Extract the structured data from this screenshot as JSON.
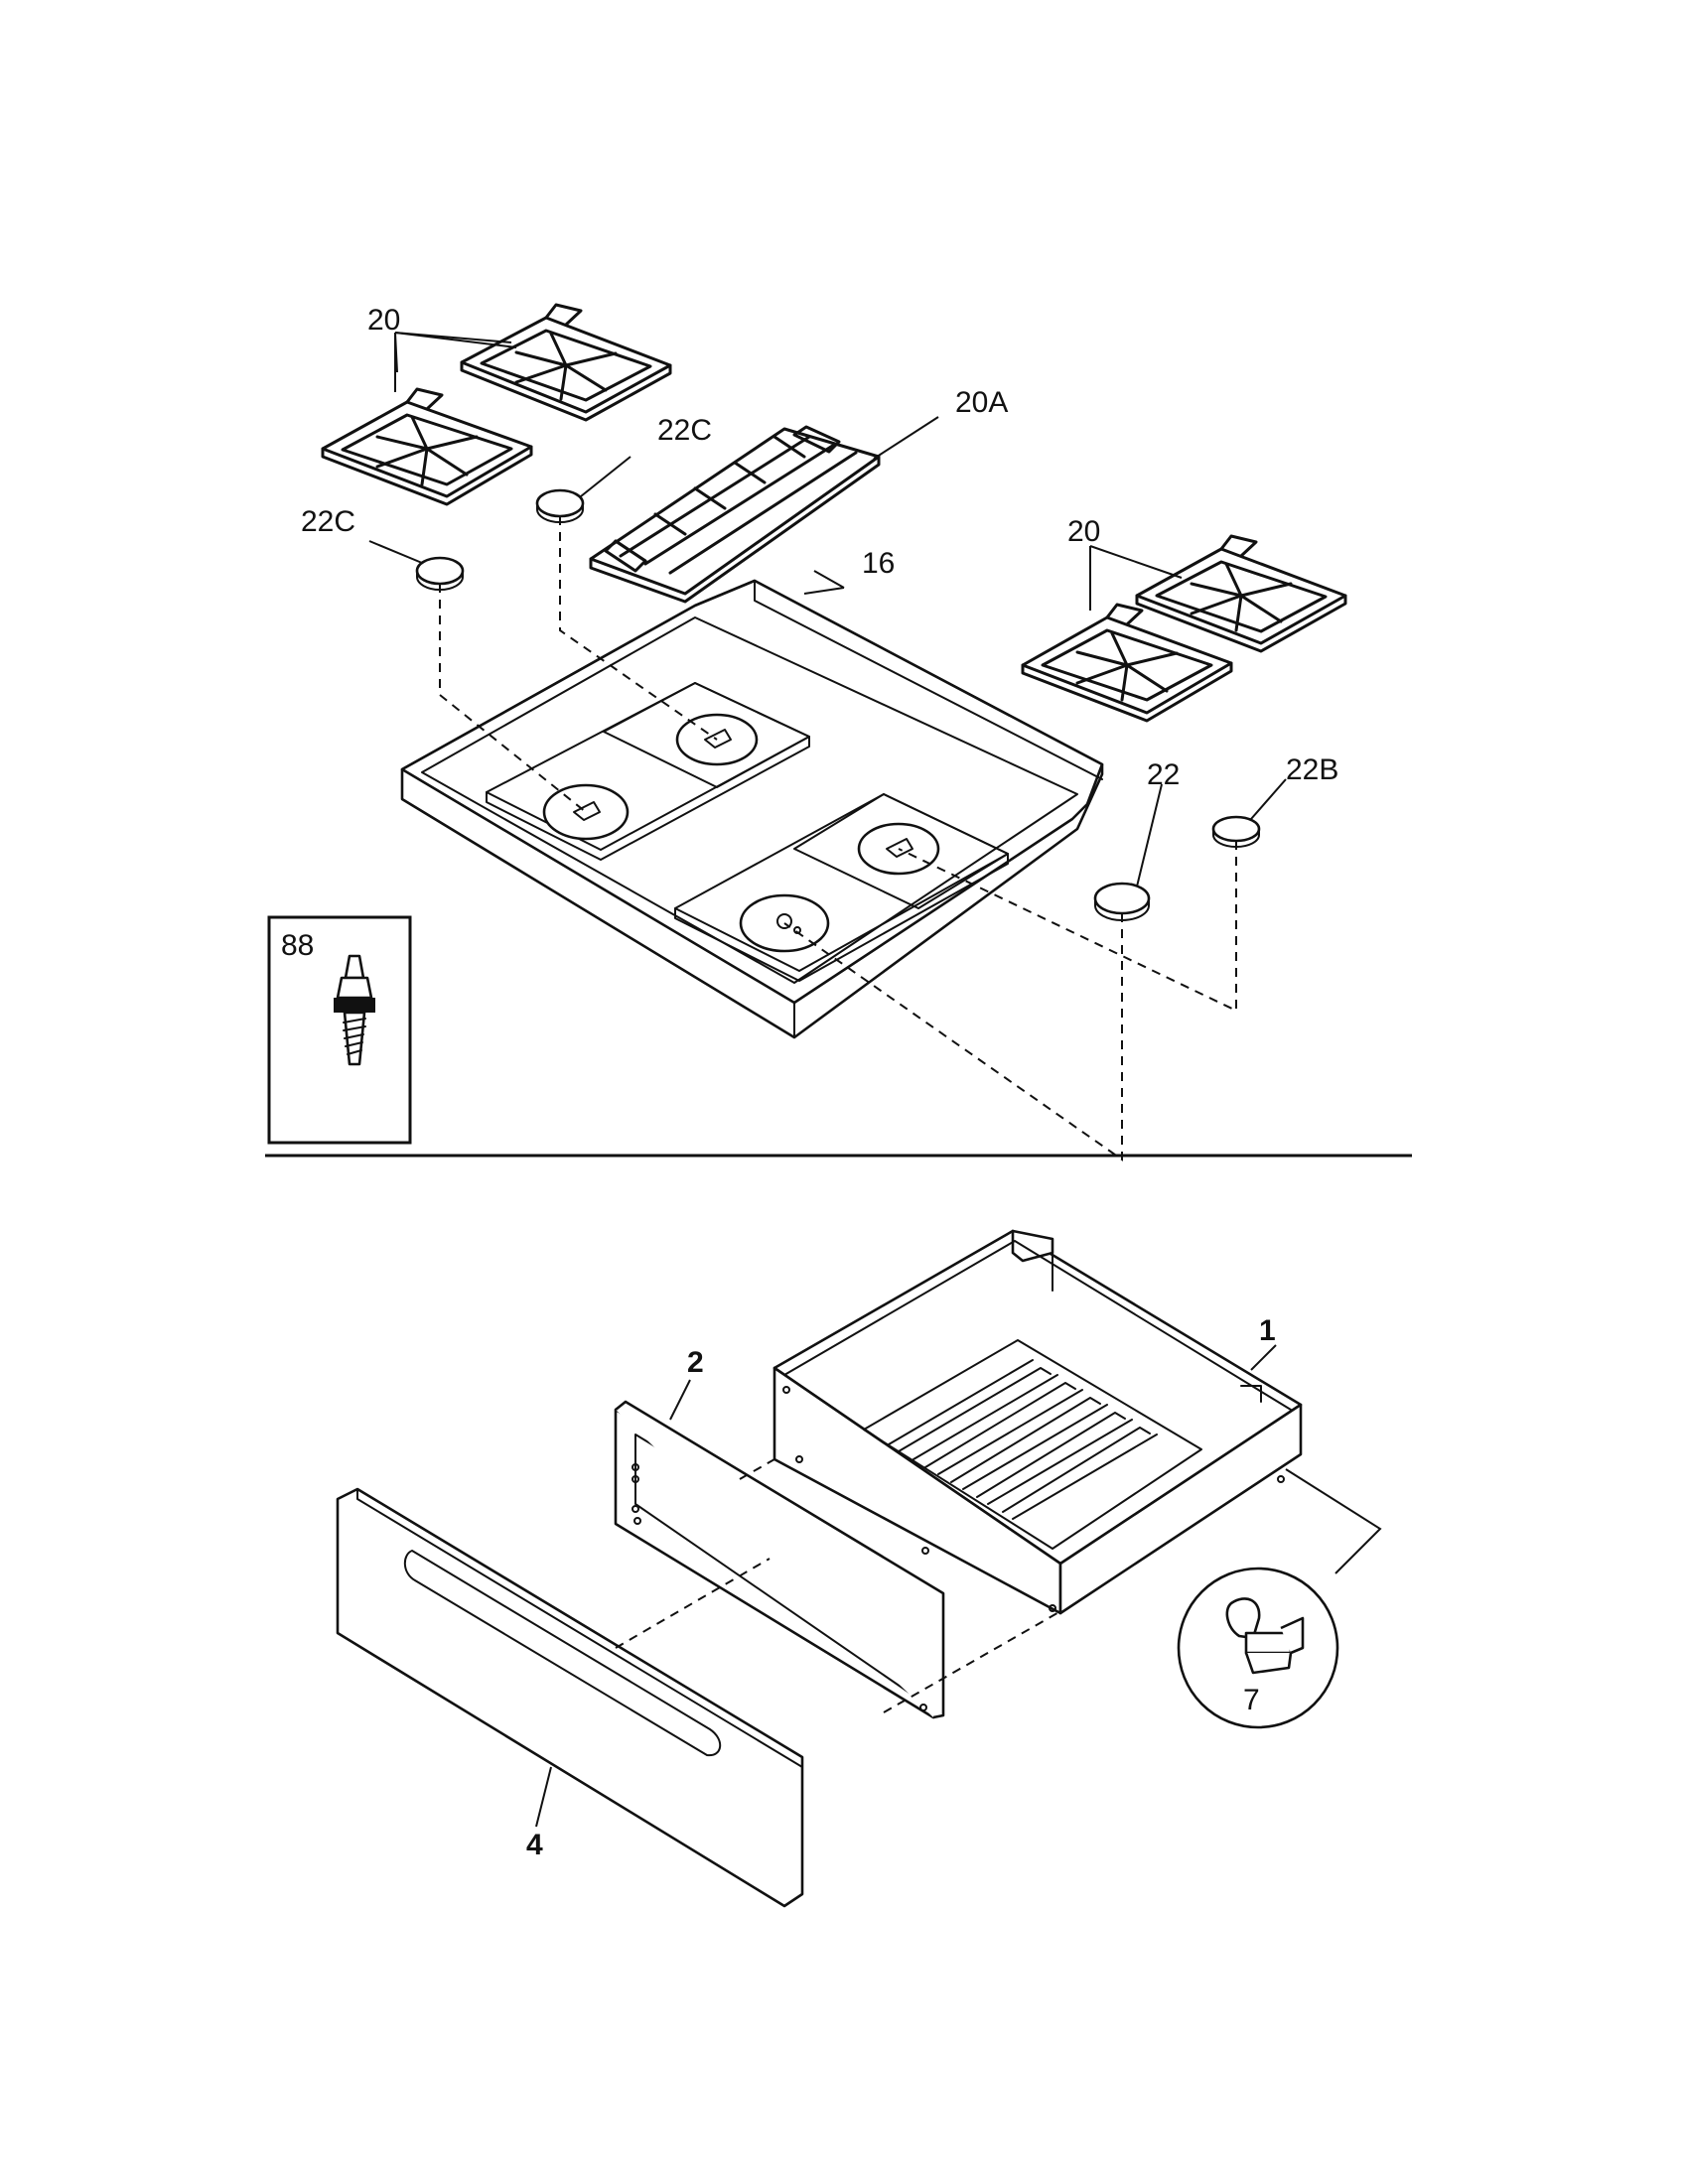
{
  "callouts": {
    "grates_left": "20",
    "grate_center": "20A",
    "cap_left_rear": "22C",
    "cap_left_front": "22C",
    "cooktop": "16",
    "grates_right": "20",
    "cap_right_front": "22",
    "cap_right_rear": "22B",
    "screw": "88",
    "drawer_body": "1",
    "drawer_liner": "2",
    "drawer_front": "4",
    "drawer_stop": "7"
  }
}
